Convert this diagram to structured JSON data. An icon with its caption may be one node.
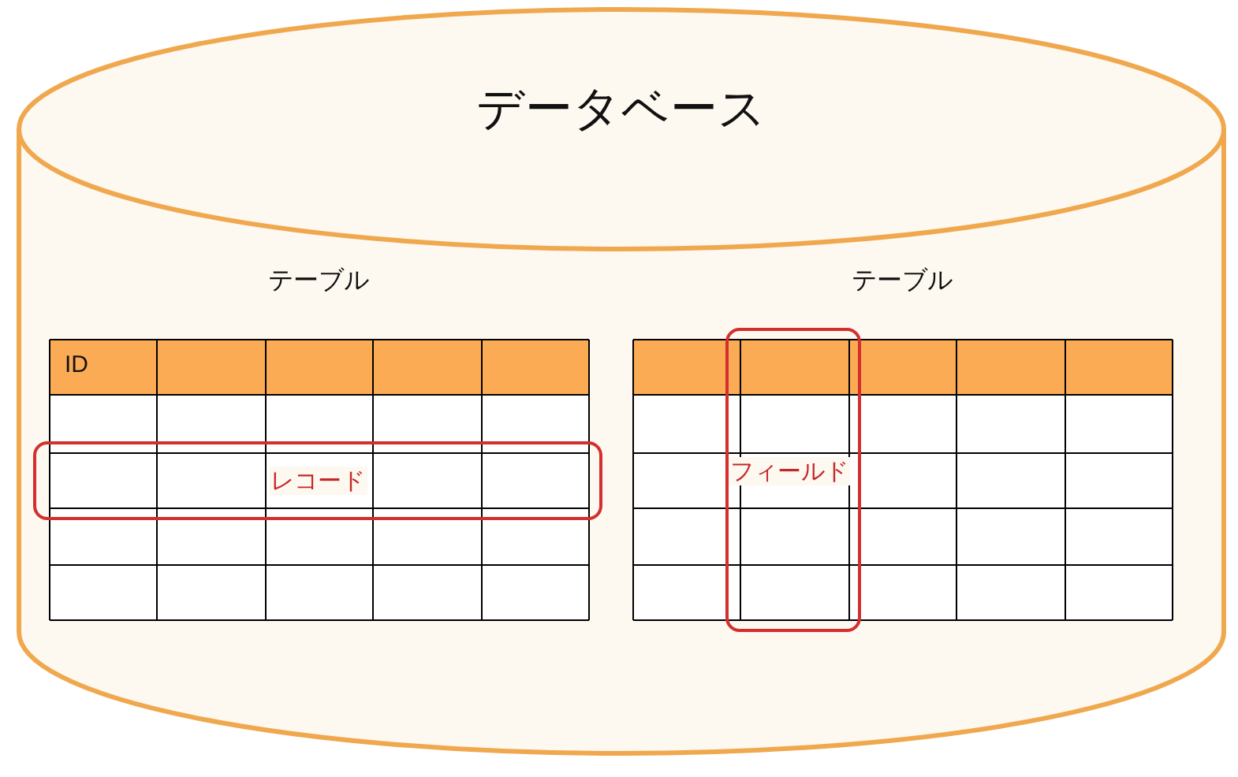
{
  "diagram": {
    "nodes": [
      {
        "text": [
          "データベース"
        ]
      },
      {
        "text": [
          "テーブル"
        ],
        "in": 0
      },
      {
        "text": [
          "レコード"
        ],
        "in": 1
      },
      {
        "text": [
          "テーブル"
        ],
        "in": 0
      },
      {
        "text": [
          "フィールド"
        ],
        "in": 0
      }
    ],
    "labels": [
      "ID"
    ]
  }
}
